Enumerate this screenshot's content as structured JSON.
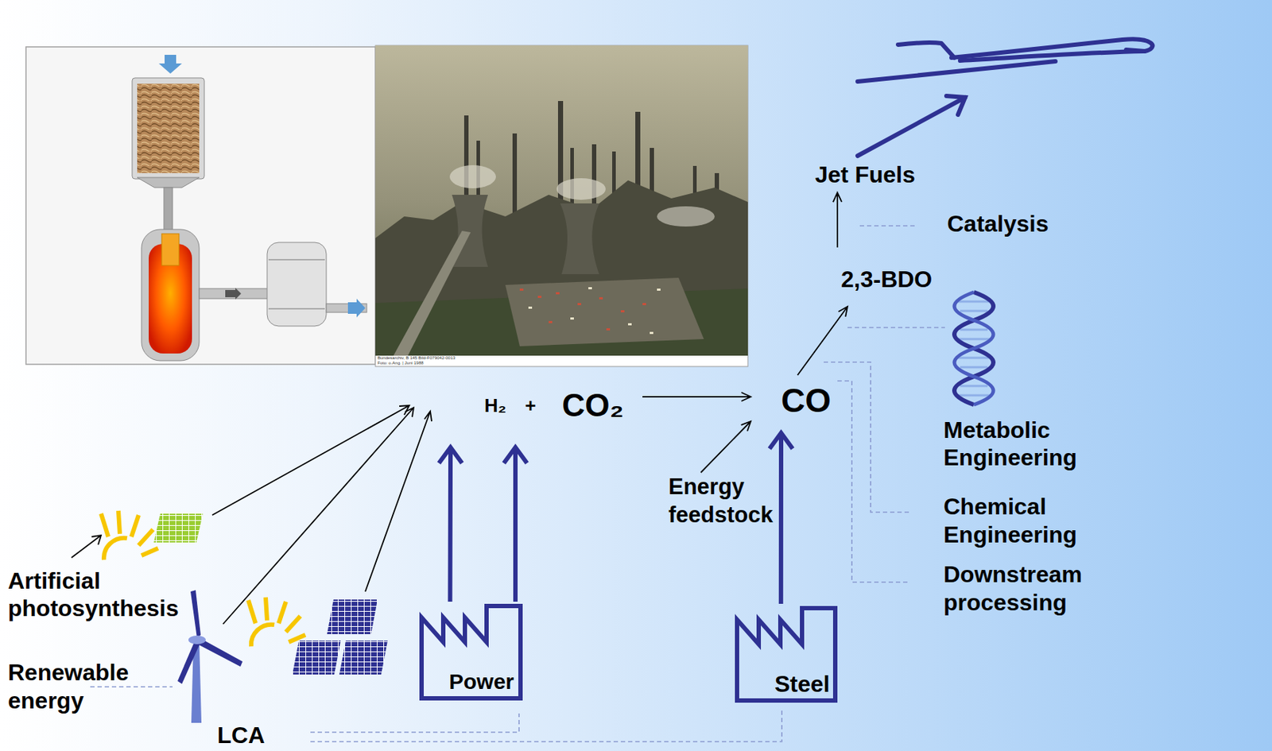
{
  "diagram": {
    "nodes": [
      {
        "text": [
          "Jet Fuels"
        ]
      },
      {
        "text": [
          "2,3-BDO"
        ]
      },
      {
        "text": [
          "H₂",
          "+",
          "CO₂"
        ]
      },
      {
        "text": [
          "CO"
        ]
      },
      {
        "text": [
          "Energy feedstock"
        ]
      },
      {
        "text": [
          "Power"
        ]
      },
      {
        "text": [
          "Steel"
        ]
      }
    ],
    "edges": [
      {
        "from": 5,
        "to": 2,
        "arrow": "to"
      },
      {
        "from": 5,
        "to": 2,
        "arrow": "to"
      },
      {
        "from": 2,
        "to": 3,
        "arrow": "to"
      },
      {
        "from": 6,
        "to": 3,
        "arrow": "to"
      },
      {
        "from": 4,
        "to": 3,
        "arrow": "to"
      },
      {
        "from": 3,
        "to": 1,
        "arrow": "to"
      },
      {
        "from": 1,
        "to": 0,
        "arrow": "to"
      }
    ],
    "labels": [
      "Catalysis",
      "Metabolic Engineering",
      "Chemical Engineering",
      "Downstream processing",
      "Artificial photosynthesis",
      "Renewable energy",
      "LCA",
      "Bundesarchiv, B 145 Bild-F079042-0013",
      "Foto: o.Ang. | Juni 1988"
    ]
  }
}
